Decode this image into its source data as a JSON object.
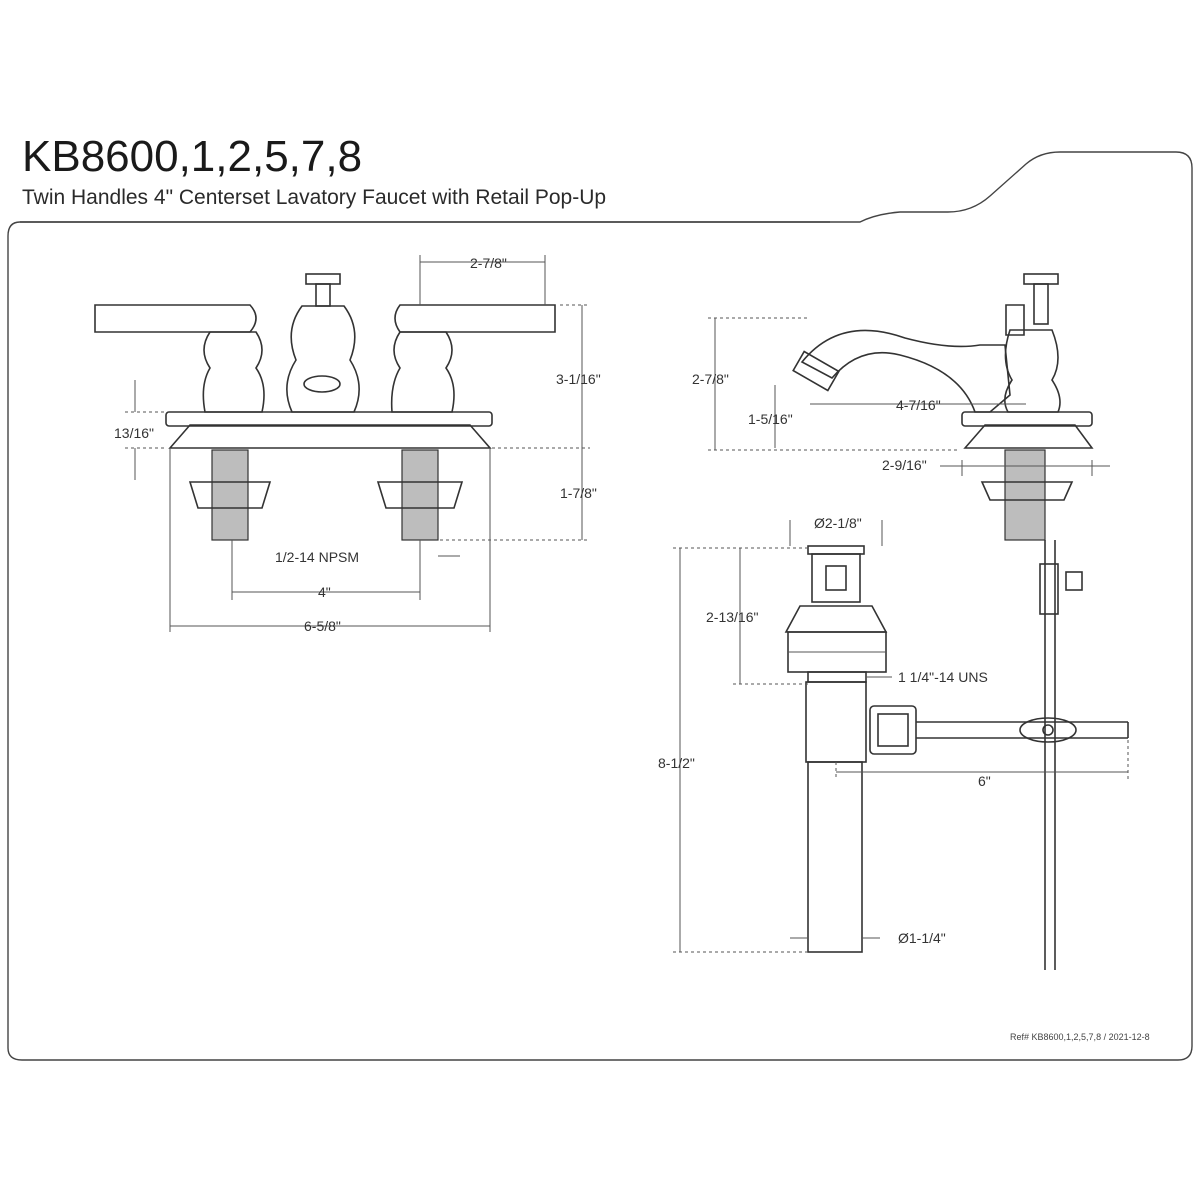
{
  "header": {
    "model": "KB8600,1,2,5,7,8",
    "description": "Twin Handles 4\" Centerset Lavatory Faucet with Retail Pop-Up"
  },
  "dimensions": {
    "front_view": {
      "handle_spread": "2-7/8\"",
      "overall_height": "3-1/16\"",
      "base_height": "13/16\"",
      "shank_length": "1-7/8\"",
      "shank_thread": "1/2-14 NPSM",
      "center_spacing": "4\"",
      "base_width": "6-5/8\""
    },
    "side_view": {
      "spout_height": "2-7/8\"",
      "spout_clearance": "1-5/16\"",
      "spout_reach": "4-7/16\"",
      "base_depth": "2-9/16\""
    },
    "drain": {
      "flange_diameter": "Ø2-1/8\"",
      "flange_height": "2-13/16\"",
      "body_thread": "1 1/4\"-14 UNS",
      "overall_length": "8-1/2\"",
      "rod_length": "6\"",
      "tailpiece_diameter": "Ø1-1/4\""
    }
  },
  "footer": {
    "reference": "Ref# KB8600,1,2,5,7,8 / 2021-12-8"
  }
}
